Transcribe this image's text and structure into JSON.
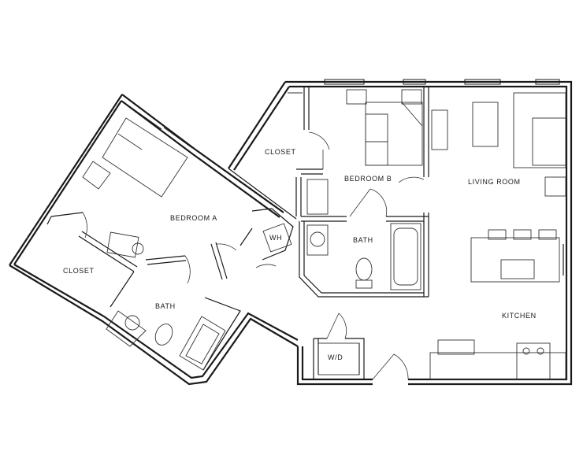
{
  "rooms": {
    "closet_top": "CLOSET",
    "bedroom_b": "BEDROOM B",
    "living_room": "LIVING ROOM",
    "bedroom_a": "BEDROOM A",
    "wh": "WH",
    "bath_b": "BATH",
    "closet_left": "CLOSET",
    "bath_a": "BATH",
    "kitchen": "KITCHEN",
    "wd": "W/D"
  }
}
